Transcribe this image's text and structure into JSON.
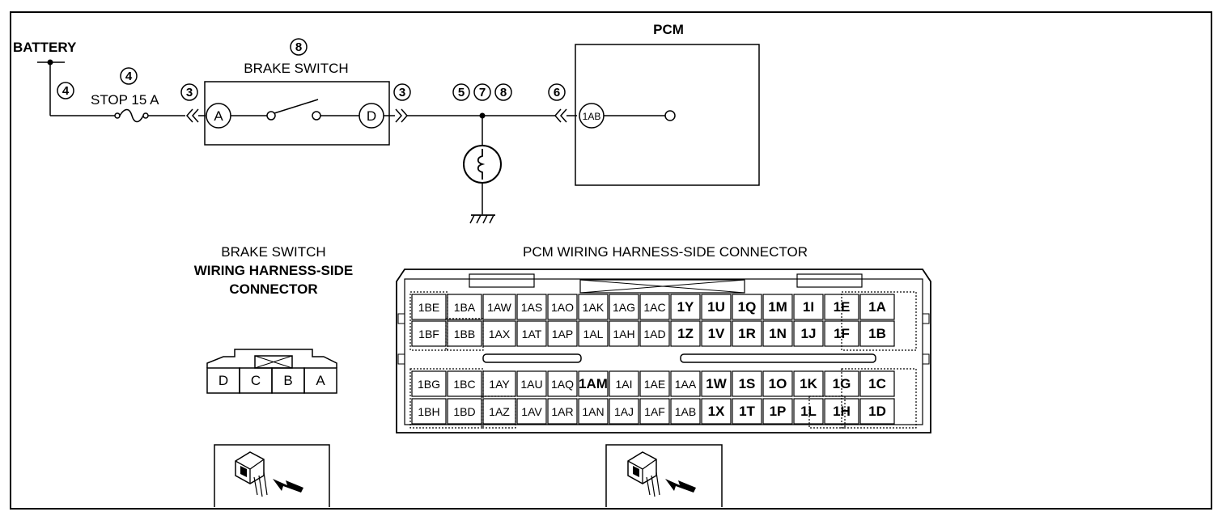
{
  "labels": {
    "battery": "BATTERY",
    "pcm": "PCM",
    "brake_switch": "BRAKE SWITCH",
    "fuse": "STOP 15 A",
    "pcm_pin": "1AB",
    "brake_switch_connector_title": [
      "BRAKE SWITCH",
      "WIRING HARNESS-SIDE",
      "CONNECTOR"
    ],
    "pcm_connector_title": "PCM WIRING HARNESS-SIDE CONNECTOR"
  },
  "terminals": {
    "switch_left": "A",
    "switch_right": "D"
  },
  "callouts": {
    "battery_wire": "4",
    "fuse": "4",
    "brake_switch": "8",
    "connector_left": "3",
    "connector_right": "3",
    "junction": [
      "5",
      "7",
      "8"
    ],
    "pcm_connector": "6"
  },
  "brake_switch_connector_pins": [
    "D",
    "C",
    "B",
    "A"
  ],
  "pcm_connector_rows": [
    [
      "1BE",
      "1BA",
      "1AW",
      "1AS",
      "1AO",
      "1AK",
      "1AG",
      "1AC",
      "1Y",
      "1U",
      "1Q",
      "1M",
      "1I",
      "1E",
      "1A"
    ],
    [
      "1BF",
      "1BB",
      "1AX",
      "1AT",
      "1AP",
      "1AL",
      "1AH",
      "1AD",
      "1Z",
      "1V",
      "1R",
      "1N",
      "1J",
      "1F",
      "1B"
    ],
    [
      "1BG",
      "1BC",
      "1AY",
      "1AU",
      "1AQ",
      "1AM",
      "1AI",
      "1AE",
      "1AA",
      "1W",
      "1S",
      "1O",
      "1K",
      "1G",
      "1C"
    ],
    [
      "1BH",
      "1BD",
      "1AZ",
      "1AV",
      "1AR",
      "1AN",
      "1AJ",
      "1AF",
      "1AB",
      "1X",
      "1T",
      "1P",
      "1L",
      "1H",
      "1D"
    ]
  ],
  "pcm_bold_pins": [
    "1Y",
    "1U",
    "1Q",
    "1M",
    "1I",
    "1E",
    "1A",
    "1Z",
    "1V",
    "1R",
    "1N",
    "1J",
    "1F",
    "1B",
    "1AM",
    "1W",
    "1S",
    "1O",
    "1K",
    "1G",
    "1C",
    "1X",
    "1T",
    "1P",
    "1L",
    "1H",
    "1D"
  ],
  "icons": [
    "connector-view-icon",
    "connector-view-icon"
  ]
}
